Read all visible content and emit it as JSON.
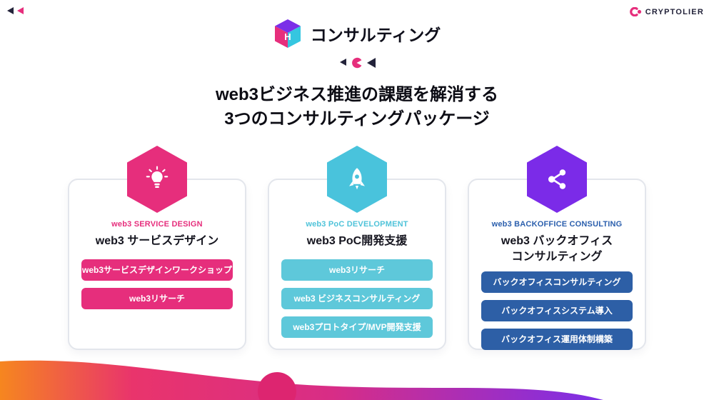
{
  "header": {
    "section_title": "コンサルティング",
    "brand": "CRYPTOLIER"
  },
  "heading": {
    "line1": "web3ビジネス推進の課題を解消する",
    "line2": "3つのコンサルティングパッケージ"
  },
  "cards": [
    {
      "category": "web3 SERVICE DESIGN",
      "title": "web3 サービスデザイン",
      "icon": "lightbulb-icon",
      "accent_color": "#E62E7C",
      "hex_color": "#E62E7C",
      "button_color": "#E62E7C",
      "buttons": [
        "web3サービスデザインワークショップ",
        "web3リサーチ"
      ]
    },
    {
      "category": "web3 PoC DEVELOPMENT",
      "title": "web3 PoC開発支援",
      "icon": "rocket-icon",
      "accent_color": "#4FC3D9",
      "hex_color": "#49C3DC",
      "button_color": "#5EC8DA",
      "buttons": [
        "web3リサーチ",
        "web3 ビジネスコンサルティング",
        "web3プロトタイプ/MVP開発支援"
      ]
    },
    {
      "category": "web3 BACKOFFICE CONSULTING",
      "title": "web3 バックオフィス",
      "title_line2": "コンサルティング",
      "icon": "share-nodes-icon",
      "accent_color": "#2B5FAD",
      "hex_color": "#7B2BE8",
      "button_color": "#2D5FA6",
      "buttons": [
        "バックオフィスコンサルティング",
        "バックオフィスシステム導入",
        "バックオフィス運用体制構築"
      ]
    }
  ],
  "footer": {
    "gradient_colors": [
      "#F6861F",
      "#E62E7C",
      "#7B2FE8"
    ],
    "circle_color": "#DD2570"
  }
}
